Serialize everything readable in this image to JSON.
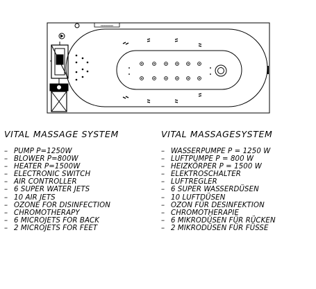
{
  "panel_label": "▭▭▭▭▭▭",
  "columns": [
    {
      "title": "VITAL MASSAGE SYSTEM",
      "items": [
        "PUMP P=1250W",
        "BLOWER P=800W",
        "HEATER P=1500W",
        "ELECTRONIC SWITCH",
        "AIR CONTROLLER",
        "6 SUPER WATER JETS",
        "10 AIR JETS",
        "OZONE FOR DISINFECTION",
        "CHROMOTHERAPY",
        "6 MICROJETS FOR BACK",
        "2 MICROJETS FOR FEET"
      ]
    },
    {
      "title": "VITAL MASSAGESYSTEM",
      "items": [
        "WASSERPUMPE P = 1250 W",
        "LUFTPUMPE P = 800 W",
        "HEIZKÖRPER P = 1500 W",
        "ELEKTROSCHALTER",
        "LUFTREGLER",
        "6 SUPER WASSERDÜSEN",
        "10 LUFTDÜSEN",
        "OZON FÜR DESINFEKTION",
        "CHROMOTHERAPIE",
        "6 MIKRODÜSEN FÜR RÜCKEN",
        "2 MIKRODÜSEN FÜR FÜSSE"
      ]
    }
  ]
}
